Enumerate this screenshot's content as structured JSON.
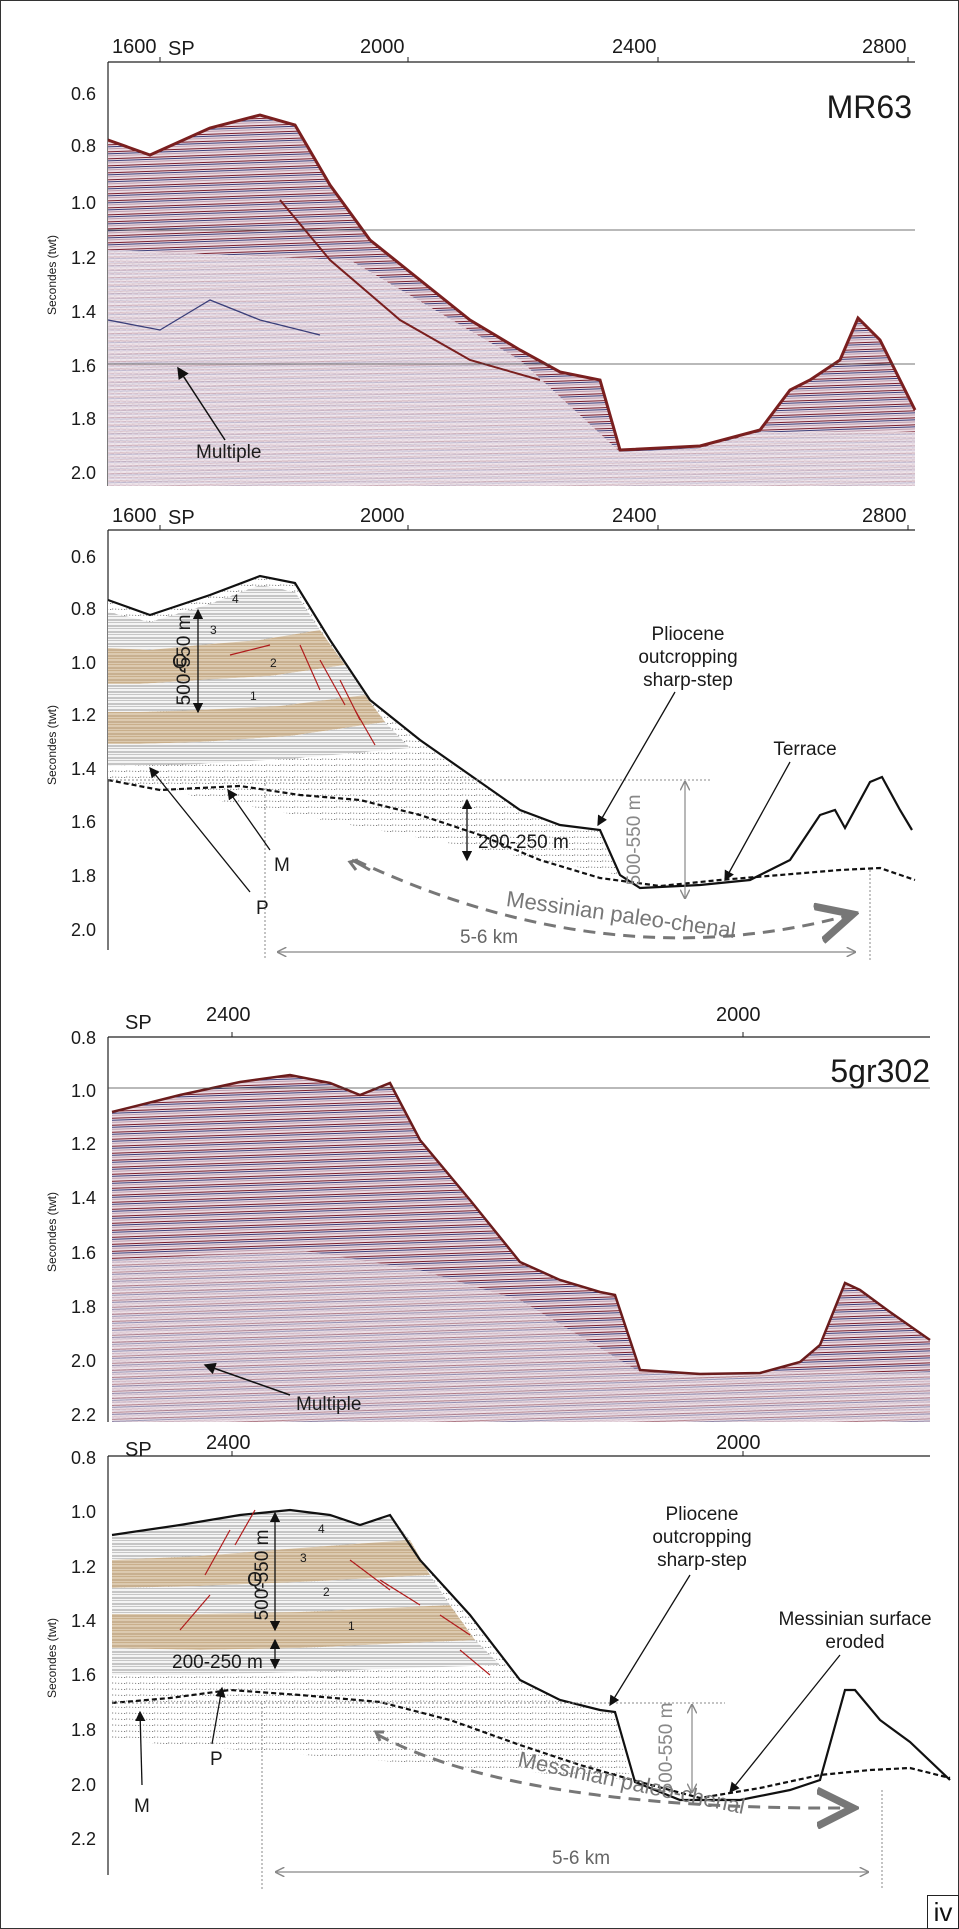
{
  "panels": [
    {
      "id": "p1",
      "kind": "seismic",
      "line_id": "MR63",
      "sp_label": "SP",
      "sp_ticks": [
        "1600",
        "2000",
        "2400",
        "2800"
      ],
      "y_ticks": [
        "0.6",
        "0.8",
        "1.0",
        "1.2",
        "1.4",
        "1.6",
        "1.8",
        "2.0"
      ],
      "y_label": "Secondes (twt)",
      "annotations": [
        {
          "key": "multiple",
          "text": "Multiple"
        }
      ]
    },
    {
      "id": "p2",
      "kind": "interpretation",
      "sp_label": "SP",
      "sp_ticks": [
        "1600",
        "2000",
        "2400",
        "2800"
      ],
      "y_ticks": [
        "0.6",
        "0.8",
        "1.0",
        "1.2",
        "1.4",
        "1.6",
        "1.8",
        "2.0"
      ],
      "y_label": "Secondes (twt)",
      "annotations": [
        {
          "key": "unit4",
          "text": "4"
        },
        {
          "key": "unit3",
          "text": "3"
        },
        {
          "key": "unit2",
          "text": "2"
        },
        {
          "key": "unit1",
          "text": "1"
        },
        {
          "key": "q",
          "text": "Q"
        },
        {
          "key": "thick",
          "text": "500-550 m"
        },
        {
          "key": "pliocene1",
          "text": "Pliocene"
        },
        {
          "key": "pliocene2",
          "text": "outcropping"
        },
        {
          "key": "pliocene3",
          "text": "sharp-step"
        },
        {
          "key": "terrace",
          "text": "Terrace"
        },
        {
          "key": "thick_right",
          "text": "500-550 m"
        },
        {
          "key": "thin",
          "text": "200-250 m"
        },
        {
          "key": "p",
          "text": "P"
        },
        {
          "key": "m",
          "text": "M"
        },
        {
          "key": "channel",
          "text": "Messinian paleo-chenal"
        },
        {
          "key": "width",
          "text": "5-6 km"
        }
      ]
    },
    {
      "id": "p3",
      "kind": "seismic",
      "line_id": "5gr302",
      "sp_label": "SP",
      "sp_ticks": [
        "2400",
        "2000"
      ],
      "y_ticks": [
        "0.8",
        "1.0",
        "1.2",
        "1.4",
        "1.6",
        "1.8",
        "2.0",
        "2.2"
      ],
      "y_label": "Secondes (twt)",
      "annotations": [
        {
          "key": "multiple",
          "text": "Multiple"
        }
      ]
    },
    {
      "id": "p4",
      "kind": "interpretation",
      "sp_label": "SP",
      "sp_ticks": [
        "2400",
        "2000"
      ],
      "y_ticks": [
        "0.8",
        "1.0",
        "1.2",
        "1.4",
        "1.6",
        "1.8",
        "2.0",
        "2.2"
      ],
      "y_label": "Secondes (twt)",
      "annotations": [
        {
          "key": "unit4",
          "text": "4"
        },
        {
          "key": "unit3",
          "text": "3"
        },
        {
          "key": "unit2",
          "text": "2"
        },
        {
          "key": "unit1",
          "text": "1"
        },
        {
          "key": "q",
          "text": "Q"
        },
        {
          "key": "thick",
          "text": "500-550 m"
        },
        {
          "key": "thin",
          "text": "200-250 m"
        },
        {
          "key": "pliocene1",
          "text": "Pliocene"
        },
        {
          "key": "pliocene2",
          "text": "outcropping"
        },
        {
          "key": "pliocene3",
          "text": "sharp-step"
        },
        {
          "key": "mess1",
          "text": "Messinian surface"
        },
        {
          "key": "mess2",
          "text": "eroded"
        },
        {
          "key": "thick_right",
          "text": "500-550 m"
        },
        {
          "key": "p",
          "text": "P"
        },
        {
          "key": "m",
          "text": "M"
        },
        {
          "key": "channel",
          "text": "Messinian paleo-chenal"
        },
        {
          "key": "width",
          "text": "5-6 km"
        }
      ]
    }
  ],
  "corner_label": "iv",
  "colors": {
    "seismic_red": "#8b1a1a",
    "seismic_blue": "#2b2f6b",
    "seismic_bg": "#efe6ea",
    "sand": "#d8c4a0",
    "shale": "#8a8a8a",
    "fault": "#b01c1c",
    "channel_arrow": "#777777"
  }
}
